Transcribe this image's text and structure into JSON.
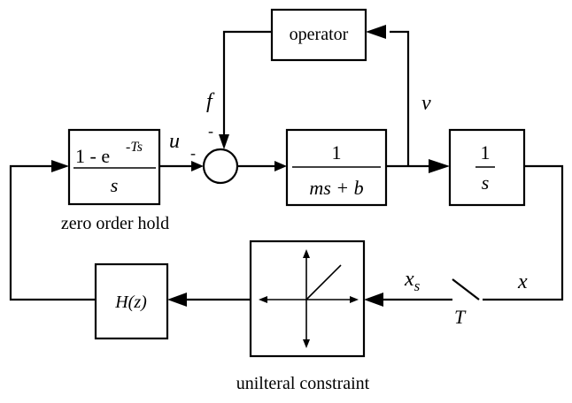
{
  "blocks": {
    "operator": "operator",
    "zoh_numerator": "1 - e",
    "zoh_exponent": "-Ts",
    "zoh_denominator": "s",
    "plant_numerator": "1",
    "plant_denominator": "ms + b",
    "integrator_numerator": "1",
    "integrator_denominator": "s",
    "controller": "H(z)"
  },
  "signals": {
    "f": "f",
    "u": "u",
    "v": "v",
    "x": "x",
    "xs_base": "x",
    "xs_sub": "s",
    "T": "T",
    "sign_f": "-",
    "sign_u": "-"
  },
  "captions": {
    "zoh": "zero order hold",
    "constraint": "unilteral constraint"
  }
}
